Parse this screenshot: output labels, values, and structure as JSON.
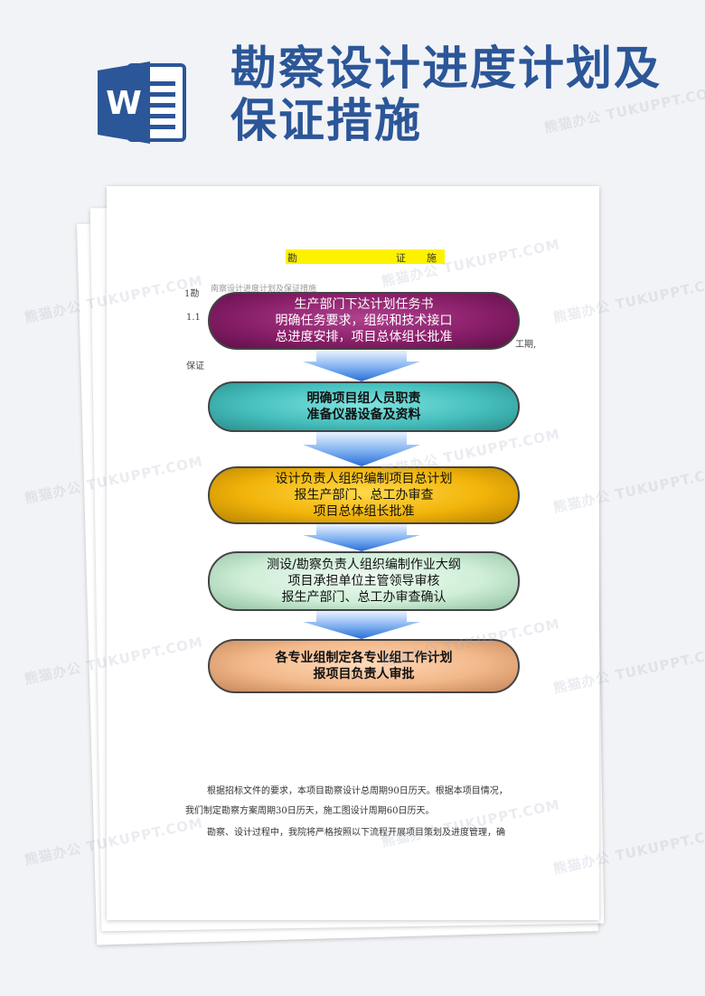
{
  "banner": {
    "title": "勘察设计进度计划及保证措施",
    "icon": "word-icon",
    "icon_letter": "W",
    "color": "#2b5698"
  },
  "document": {
    "heading_parts": [
      "勘",
      "证",
      "施"
    ],
    "fragments": {
      "left_1": "1勘",
      "left_2": "1.1",
      "right": "工期,",
      "left_3": "保证",
      "faint_top": "南察设计进度计划及保证措施"
    },
    "flowchart": {
      "steps": [
        {
          "lines": [
            "生产部门下达计划任务书",
            "明确任务要求，组织和技术接口",
            "总进度安排，项目总体组长批准"
          ]
        },
        {
          "lines": [
            "明确项目组人员职责",
            "准备仪器设备及资料"
          ]
        },
        {
          "lines": [
            "设计负责人组织编制项目总计划",
            "报生产部门、总工办审查",
            "项目总体组长批准"
          ]
        },
        {
          "lines": [
            "测设/勘察负责人组织编制作业大纲",
            "项目承担单位主管领导审核",
            "报生产部门、总工办审查确认"
          ]
        },
        {
          "lines": [
            "各专业组制定各专业组工作计划",
            "报项目负责人审批"
          ]
        }
      ]
    },
    "paragraphs": [
      "根据招标文件的要求，本项目勘察设计总周期90日历天。根据本项目情况，",
      "我们制定勘察方案周期30日历天，施工图设计周期60日历天。",
      "勘察、设计过程中，我院将严格按照以下流程开展项目策划及进度管理，确"
    ]
  },
  "watermark": "熊猫办公 TUKUPPT.COM"
}
